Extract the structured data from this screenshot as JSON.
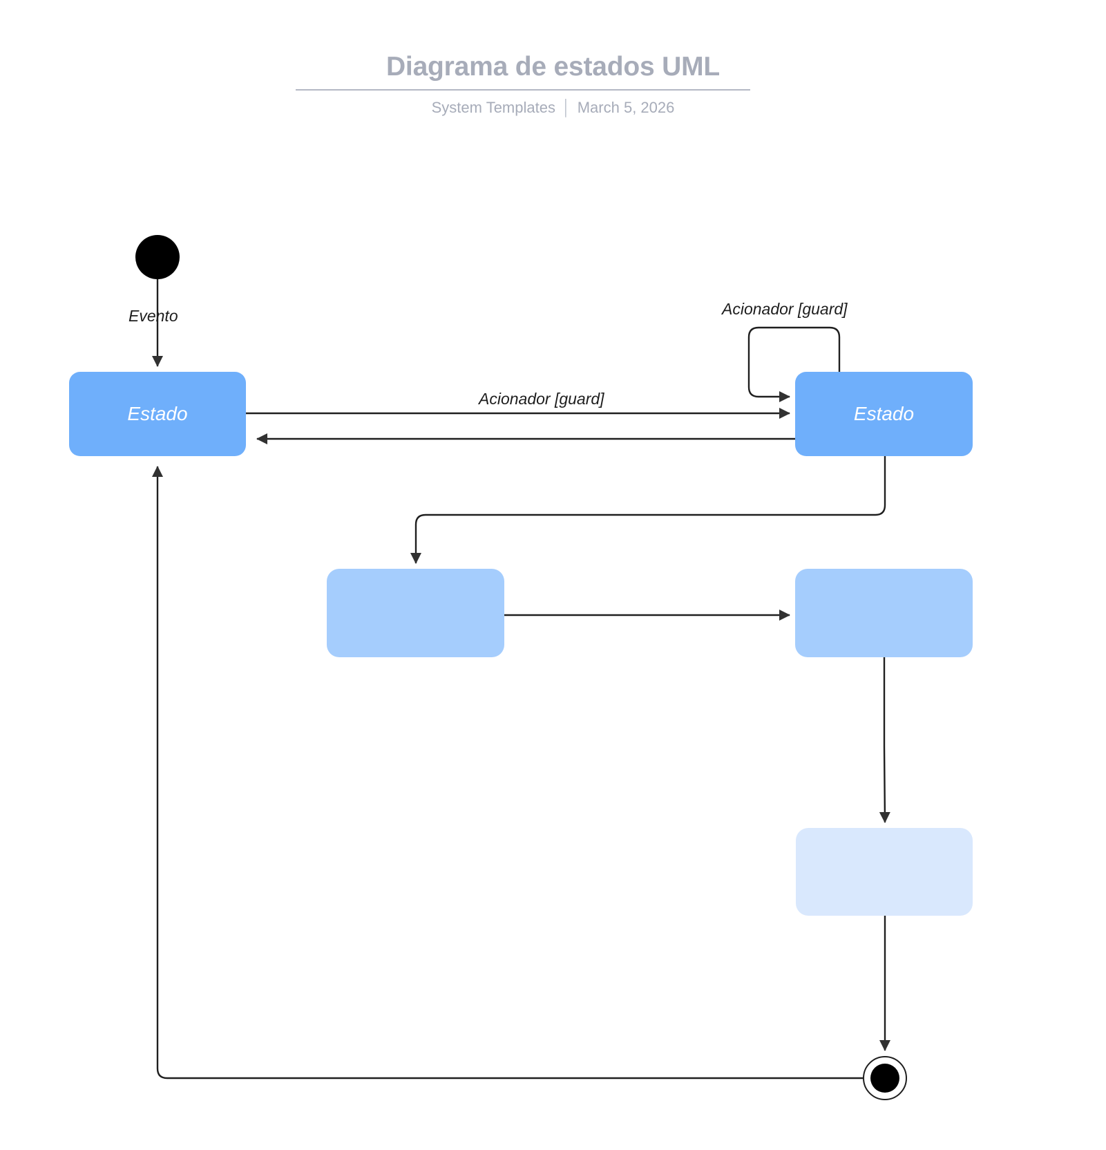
{
  "header": {
    "title": "Diagrama de estados UML",
    "subtitle_source": "System Templates",
    "subtitle_separator": "│",
    "subtitle_date": "March 5, 2026"
  },
  "diagram": {
    "kind": "UML state machine diagram",
    "nodes": [
      {
        "id": "initial",
        "type": "initial-pseudostate",
        "label": "",
        "color": "#000000"
      },
      {
        "id": "state-a",
        "type": "state",
        "label": "Estado",
        "color": "#6faffb"
      },
      {
        "id": "state-b",
        "type": "state",
        "label": "Estado",
        "color": "#6faffb"
      },
      {
        "id": "state-c",
        "type": "state",
        "label": "",
        "color": "#a5cdfd"
      },
      {
        "id": "state-d",
        "type": "state",
        "label": "",
        "color": "#a5cdfd"
      },
      {
        "id": "state-e",
        "type": "state",
        "label": "",
        "color": "#d9e8fd"
      },
      {
        "id": "final",
        "type": "final-state",
        "label": "",
        "color": "#000000"
      }
    ],
    "transitions": [
      {
        "from": "initial",
        "to": "state-a",
        "label": "Evento"
      },
      {
        "from": "state-a",
        "to": "state-b",
        "label": "Acionador [guard]"
      },
      {
        "from": "state-b",
        "to": "state-b",
        "label": "Acionador [guard]"
      },
      {
        "from": "state-b",
        "to": "state-a",
        "label": ""
      },
      {
        "from": "state-b",
        "to": "state-c",
        "label": ""
      },
      {
        "from": "state-c",
        "to": "state-d",
        "label": ""
      },
      {
        "from": "state-d",
        "to": "state-e",
        "label": ""
      },
      {
        "from": "state-e",
        "to": "final",
        "label": ""
      },
      {
        "from": "final",
        "to": "state-a",
        "label": ""
      }
    ],
    "labels": {
      "evento": "Evento",
      "trigger_main": "Acionador [guard]",
      "trigger_self": "Acionador [guard]",
      "state_a": "Estado",
      "state_b": "Estado"
    },
    "colors": {
      "state_strong": "#6faffb",
      "state_medium": "#a5cdfd",
      "state_light": "#d9e8fd",
      "edge": "#1f1f1f",
      "title": "#a7acb9",
      "background": "#ffffff"
    }
  }
}
